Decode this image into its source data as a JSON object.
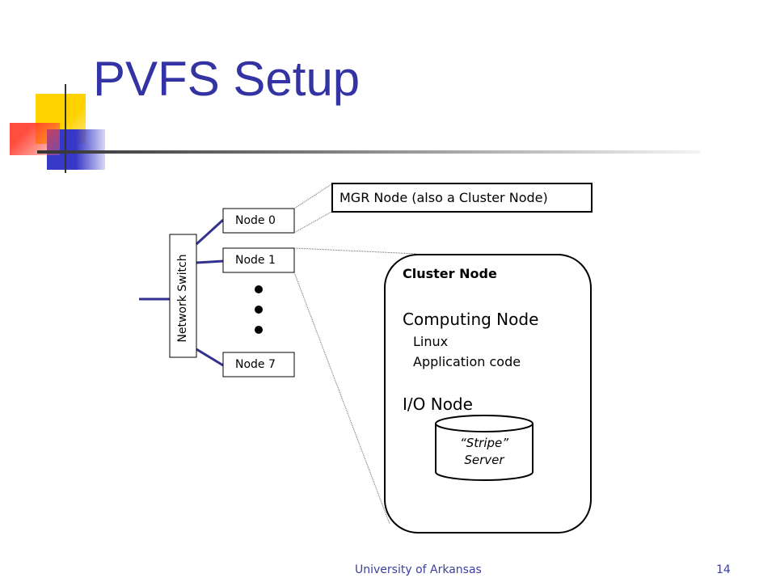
{
  "slide": {
    "title": "PVFS Setup",
    "footer": "University of Arkansas",
    "page_number": "14"
  },
  "diagram": {
    "network_switch_label": "Network Switch",
    "nodes": [
      "Node 0",
      "Node 1",
      "Node 7"
    ],
    "mgr_node_label": "MGR Node (also a Cluster Node)",
    "cluster_node": {
      "title": "Cluster Node",
      "computing_heading": "Computing Node",
      "computing_items": [
        "Linux",
        "Application code"
      ],
      "io_heading": "I/O Node",
      "stripe_server_line1": "“Stripe”",
      "stripe_server_line2": "Server"
    }
  },
  "colors": {
    "title": "#3333a3",
    "link_lines": "#33338f",
    "deco_yellow": "#ffd200",
    "deco_blue": "#3838c8",
    "deco_red": "#ff3a2a"
  }
}
